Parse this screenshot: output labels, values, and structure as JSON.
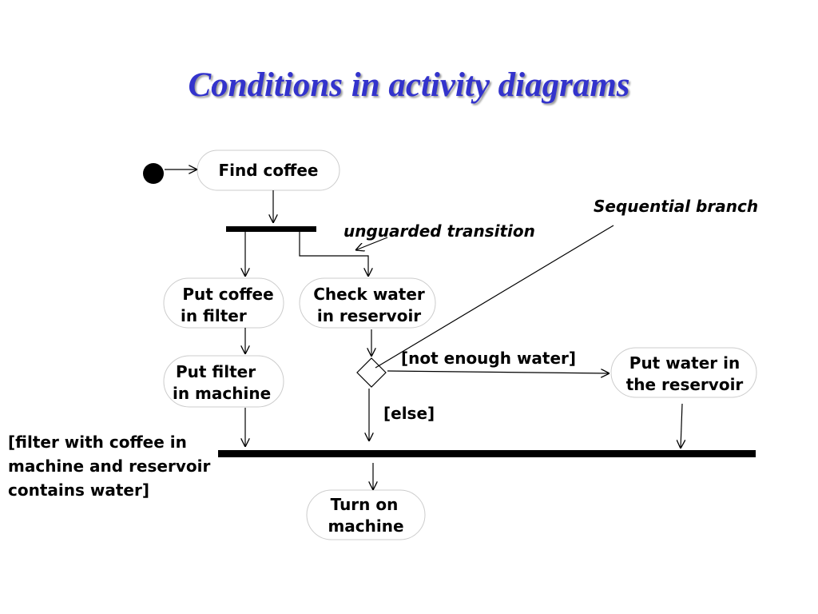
{
  "title": "Conditions in activity diagrams",
  "nodes": {
    "find_coffee": "Find coffee",
    "put_coffee_in_filter": [
      "Put coffee",
      "in filter"
    ],
    "check_water": [
      "Check water",
      "in reservoir"
    ],
    "put_filter_in_machine": [
      "Put filter",
      "in machine"
    ],
    "put_water_in_reservoir": [
      "Put water in",
      "the reservoir"
    ],
    "turn_on_machine": [
      "Turn on",
      "machine"
    ]
  },
  "guards": {
    "not_enough_water": "[not enough water]",
    "else": "[else]",
    "join_condition": [
      "[filter with coffee in",
      "machine and reservoir",
      "contains water]"
    ]
  },
  "annotations": {
    "sequential_branch": "Sequential branch",
    "unguarded_transition": "unguarded transition"
  },
  "colors": {
    "title": "#3333cc",
    "lines": "#000000",
    "node_border": "#cccccc"
  }
}
